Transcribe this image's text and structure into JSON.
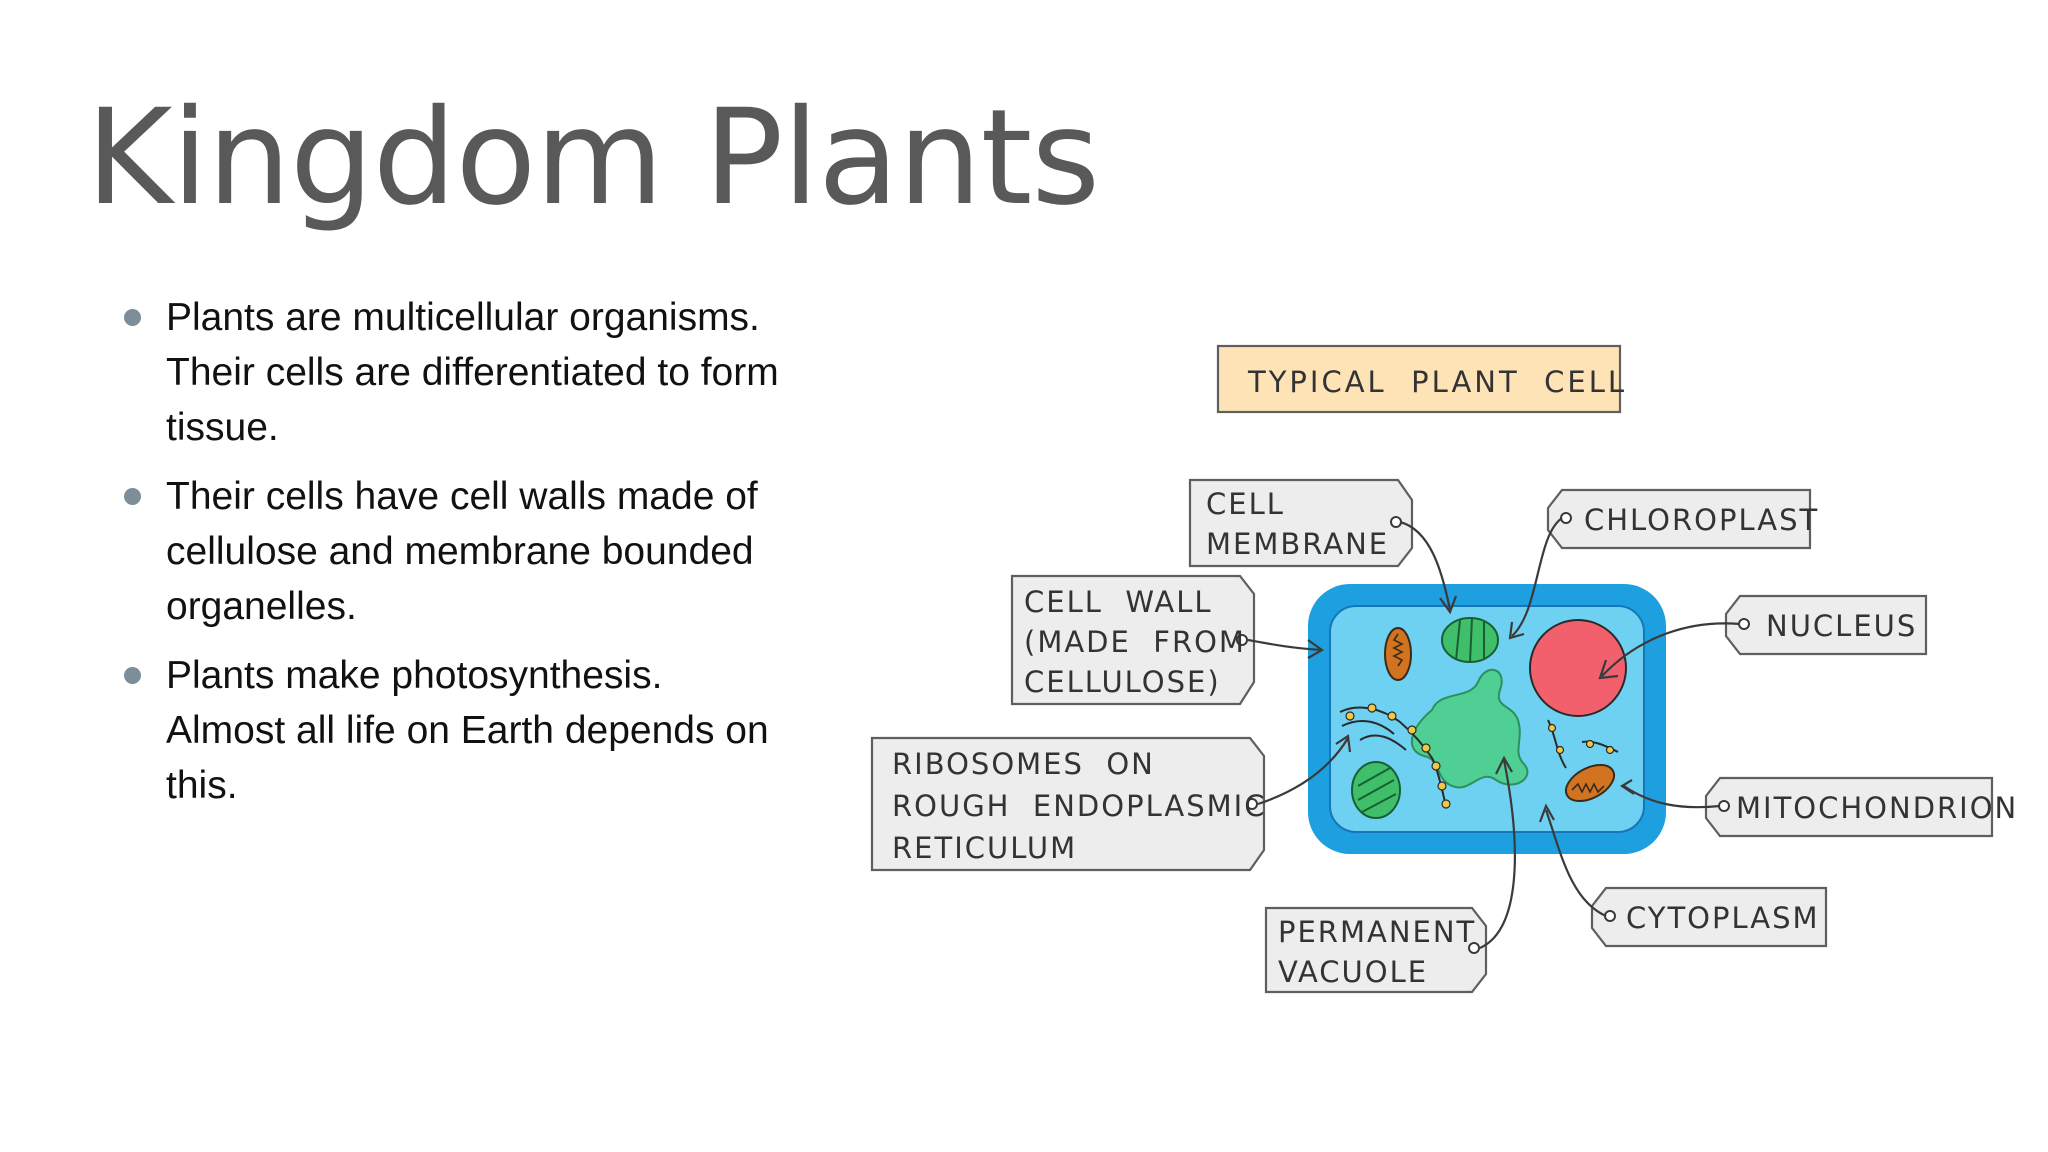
{
  "slide": {
    "title": "Kingdom Plants",
    "bullets": [
      {
        "lines": [
          "Plants are multicellular organisms.",
          "Their cells are differentiated to form",
          "tissue."
        ]
      },
      {
        "lines": [
          "Their cells have cell walls made of",
          "cellulose and membrane bounded",
          "organelles."
        ]
      },
      {
        "lines": [
          "Plants make photosynthesis.",
          "Almost all life on Earth depends on",
          "this."
        ]
      }
    ]
  },
  "diagram": {
    "title": "TYPICAL  PLANT  CELL",
    "labels": {
      "cell_membrane": [
        "CELL",
        "MEMBRANE"
      ],
      "cell_wall": [
        "CELL  WALL",
        "(MADE  FROM",
        "CELLULOSE)"
      ],
      "ribosomes": [
        "RIBOSOMES  ON",
        "ROUGH  ENDOPLASMIC",
        "RETICULUM"
      ],
      "permanent_vacuole": [
        "PERMANENT",
        "VACUOLE"
      ],
      "chloroplast": "CHLOROPLAST",
      "nucleus": "NUCLEUS",
      "mitochondrion": "MITOCHONDRION",
      "cytoplasm": "CYTOPLASM"
    },
    "colors": {
      "cell_wall": "#1e9fe0",
      "cytoplasm": "#6fd1f2",
      "nucleus": "#f3606d",
      "vacuole": "#4fcf93",
      "chloroplast": "#3fbf6a",
      "mitochondrion": "#d2741f",
      "title_box": "#fde3b5",
      "label_box": "#ededed"
    }
  }
}
